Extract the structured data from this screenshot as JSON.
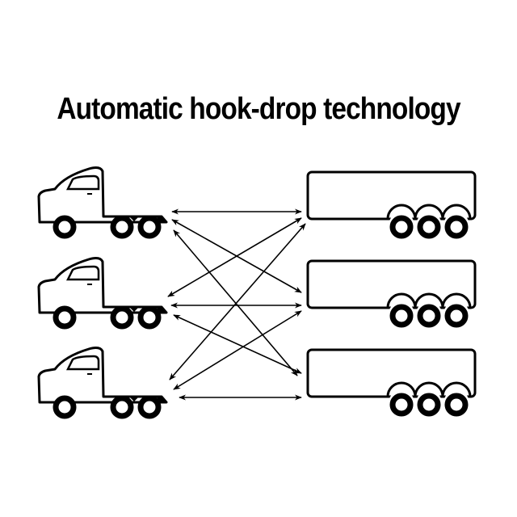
{
  "title": "Automatic hook-drop technology",
  "colors": {
    "line": "#000000",
    "background": "#ffffff"
  },
  "tractors": [
    {
      "id": "tractor-1"
    },
    {
      "id": "tractor-2"
    },
    {
      "id": "tractor-3"
    }
  ],
  "trailers": [
    {
      "id": "trailer-1"
    },
    {
      "id": "trailer-2"
    },
    {
      "id": "trailer-3"
    }
  ],
  "connections": [
    {
      "from": 1,
      "to": 1
    },
    {
      "from": 1,
      "to": 2
    },
    {
      "from": 1,
      "to": 3
    },
    {
      "from": 2,
      "to": 1
    },
    {
      "from": 2,
      "to": 2
    },
    {
      "from": 2,
      "to": 3
    },
    {
      "from": 3,
      "to": 1
    },
    {
      "from": 3,
      "to": 2
    },
    {
      "from": 3,
      "to": 3
    }
  ]
}
